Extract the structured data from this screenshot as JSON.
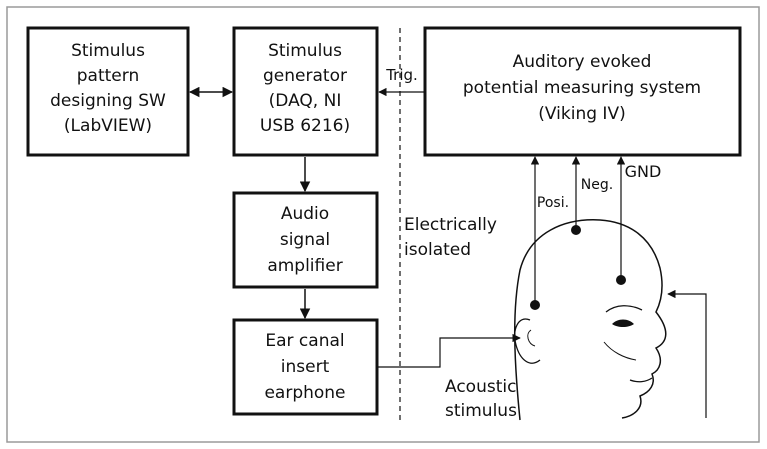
{
  "diagram": {
    "boxes": {
      "pattern_sw": [
        "Stimulus",
        "pattern",
        "designing SW",
        "(LabVIEW)"
      ],
      "generator": [
        "Stimulus",
        "generator",
        "(DAQ, NI",
        "USB 6216)"
      ],
      "aep_system": [
        "Auditory evoked",
        "potential measuring system",
        "(Viking IV)"
      ],
      "amplifier": [
        "Audio",
        "signal",
        "amplifier"
      ],
      "earphone": [
        "Ear canal",
        "insert",
        "earphone"
      ]
    },
    "labels": {
      "trig": "Trig.",
      "posi": "Posi.",
      "neg": "Neg.",
      "gnd": "GND",
      "isolated": [
        "Electrically",
        "isolated"
      ],
      "acoustic": [
        "Acoustic",
        "stimulus"
      ]
    },
    "colors": {
      "ink": "#111111",
      "background": "#ffffff",
      "frame": "#9a9a9a"
    }
  }
}
